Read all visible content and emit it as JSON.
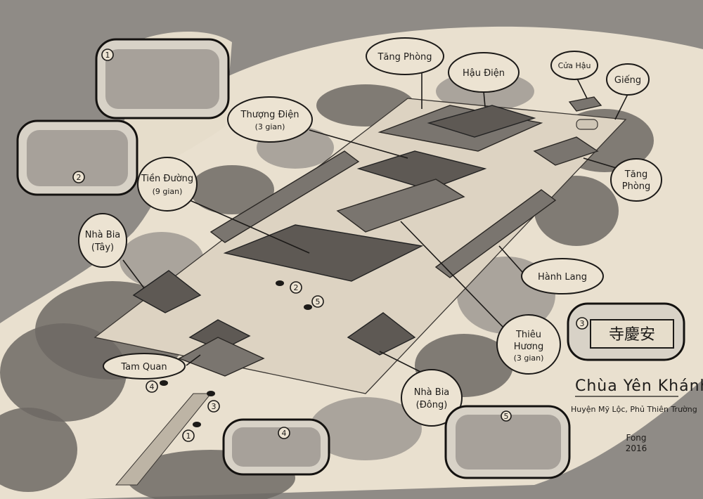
{
  "map": {
    "title": "Chùa Yên Khánh",
    "subtitle": "Huyện Mỹ Lộc, Phủ Thiên Trường",
    "credit_line1": "Fong",
    "credit_line2": "2016",
    "sign_text": "寺慶安"
  },
  "labels": {
    "tang_phong_top": "Tăng Phòng",
    "hau_dien": "Hậu Điện",
    "cua_hau": "Cửa Hậu",
    "gieng": "Giếng",
    "thuong_dien": "Thượng Điện",
    "thuong_dien_note": "(3 gian)",
    "tang_phong_right_l1": "Tăng",
    "tang_phong_right_l2": "Phòng",
    "tien_duong": "Tiền Đường",
    "tien_duong_note": "(9 gian)",
    "nha_bia_tay_l1": "Nhà Bia",
    "nha_bia_tay_l2": "(Tây)",
    "hanh_lang": "Hành Lang",
    "thieu_huong_l1": "Thiêu",
    "thieu_huong_l2": "Hương",
    "thieu_huong_note": "(3 gian)",
    "tam_quan": "Tam Quan",
    "nha_bia_dong_l1": "Nhà Bia",
    "nha_bia_dong_l2": "(Đông)"
  },
  "markers": [
    "1",
    "2",
    "3",
    "4",
    "5"
  ]
}
